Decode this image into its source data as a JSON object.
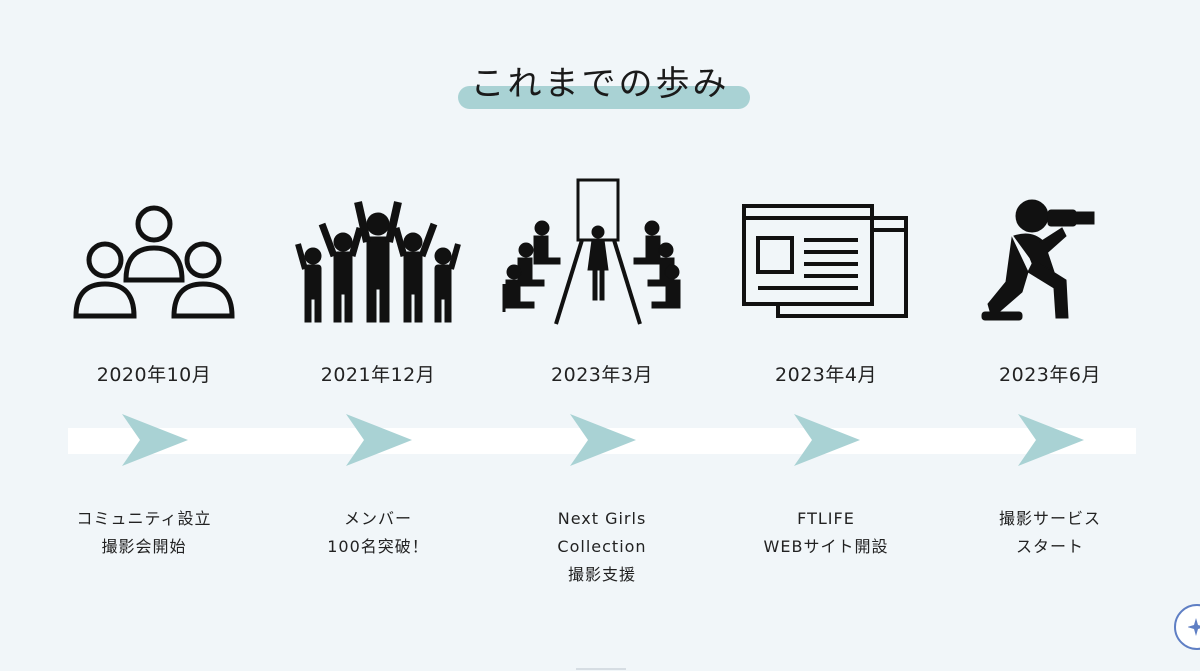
{
  "title": "これまでの歩み",
  "colors": {
    "accent": "#a9d2d4",
    "background": "#f1f6f9",
    "track": "#ffffff",
    "text": "#1a1a1a"
  },
  "timeline": [
    {
      "icon": "people-group-icon",
      "date": "2020年10月",
      "caption": [
        "コミュニティ設立",
        "撮影会開始"
      ]
    },
    {
      "icon": "cheering-crowd-icon",
      "date": "2021年12月",
      "caption": [
        "メンバー",
        "100名突破！"
      ]
    },
    {
      "icon": "runway-show-icon",
      "date": "2023年3月",
      "caption": [
        "Next Girls",
        "Collection",
        "撮影支援"
      ]
    },
    {
      "icon": "website-windows-icon",
      "date": "2023年4月",
      "caption": [
        "FTLIFE",
        "WEBサイト開設"
      ]
    },
    {
      "icon": "photographer-icon",
      "date": "2023年6月",
      "caption": [
        "撮影サービス",
        "スタート"
      ]
    }
  ]
}
